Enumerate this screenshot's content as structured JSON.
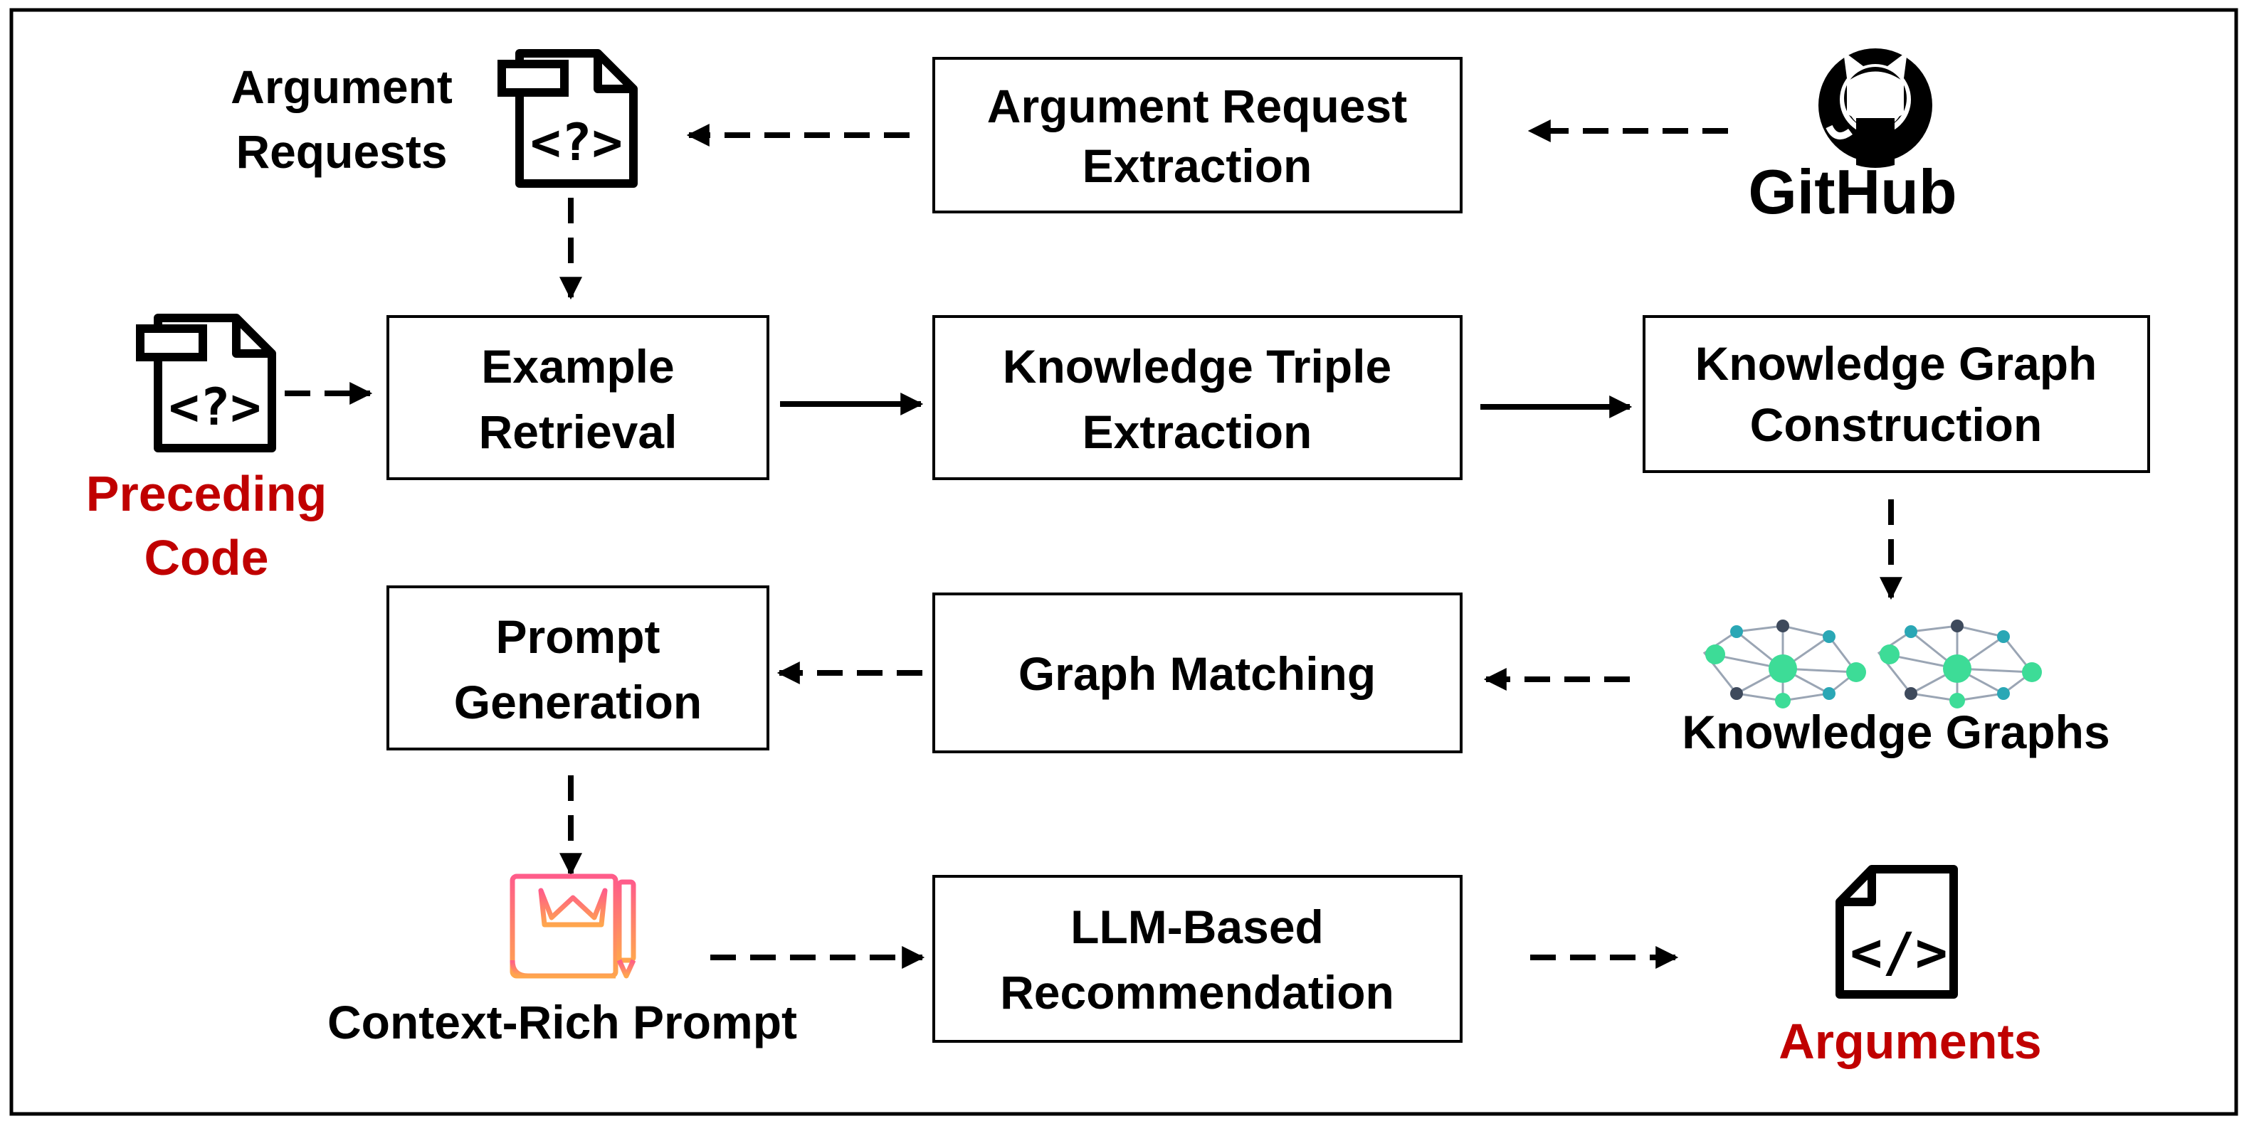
{
  "labels": {
    "argument_requests": [
      "Argument",
      "Requests"
    ],
    "preceding_code": [
      "Preceding",
      "Code"
    ],
    "knowledge_graphs": "Knowledge Graphs",
    "context_rich_prompt": "Context-Rich Prompt",
    "arguments": "Arguments",
    "github": "GitHub"
  },
  "boxes": {
    "argument_request_extraction": [
      "Argument Request",
      "Extraction"
    ],
    "example_retrieval": [
      "Example",
      "Retrieval"
    ],
    "knowledge_triple_extraction": [
      "Knowledge Triple",
      "Extraction"
    ],
    "knowledge_graph_construction": [
      "Knowledge Graph",
      "Construction"
    ],
    "prompt_generation": [
      "Prompt",
      "Generation"
    ],
    "graph_matching": [
      "Graph Matching"
    ],
    "llm_based_recommendation": [
      "LLM-Based",
      "Recommendation"
    ]
  },
  "icons": {
    "request_doc": "code-question-document-icon",
    "preceding_doc": "code-question-document-icon",
    "github": "github-icon",
    "knowledge_graphs": "knowledge-graph-icon",
    "prompt": "scroll-crown-prompt-icon",
    "arguments_doc": "code-document-icon"
  },
  "colors": {
    "highlight_text": "#c00000",
    "text": "#000000",
    "node_green": "#3ddc97",
    "node_teal": "#2aa7b5",
    "node_dark": "#3e4a5c",
    "prompt_gradient_start": "#ff5c8a",
    "prompt_gradient_end": "#ffa64d"
  }
}
